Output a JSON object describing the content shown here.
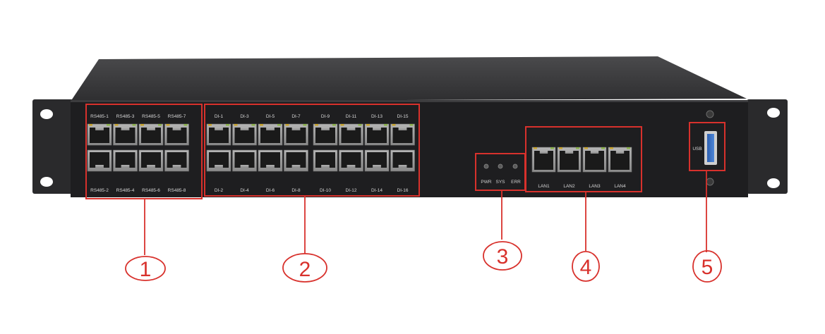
{
  "colors": {
    "panel": "#1e1e20",
    "chassis_top": "#333335",
    "ear": "#2a2a2c",
    "port_body": "#9a9a9a",
    "port_hole": "#1a1a1a",
    "callout": "#d8312c"
  },
  "rs485": {
    "top_labels": [
      "RS485-1",
      "RS485-3",
      "RS485-5",
      "RS485-7"
    ],
    "bottom_labels": [
      "RS485-2",
      "RS485-4",
      "RS485-6",
      "RS485-8"
    ]
  },
  "di": {
    "top_labels": [
      "DI-1",
      "DI-3",
      "DI-5",
      "DI-7",
      "DI-9",
      "DI-11",
      "DI-13",
      "DI-15"
    ],
    "bottom_labels": [
      "DI-2",
      "DI-4",
      "DI-6",
      "DI-8",
      "DI-10",
      "DI-12",
      "DI-14",
      "DI-16"
    ]
  },
  "leds": [
    "PWR",
    "SYS",
    "ERR"
  ],
  "lan": [
    "LAN1",
    "LAN2",
    "LAN3",
    "LAN4"
  ],
  "usb": {
    "label": "USB"
  },
  "callouts": [
    "1",
    "2",
    "3",
    "4",
    "5"
  ]
}
